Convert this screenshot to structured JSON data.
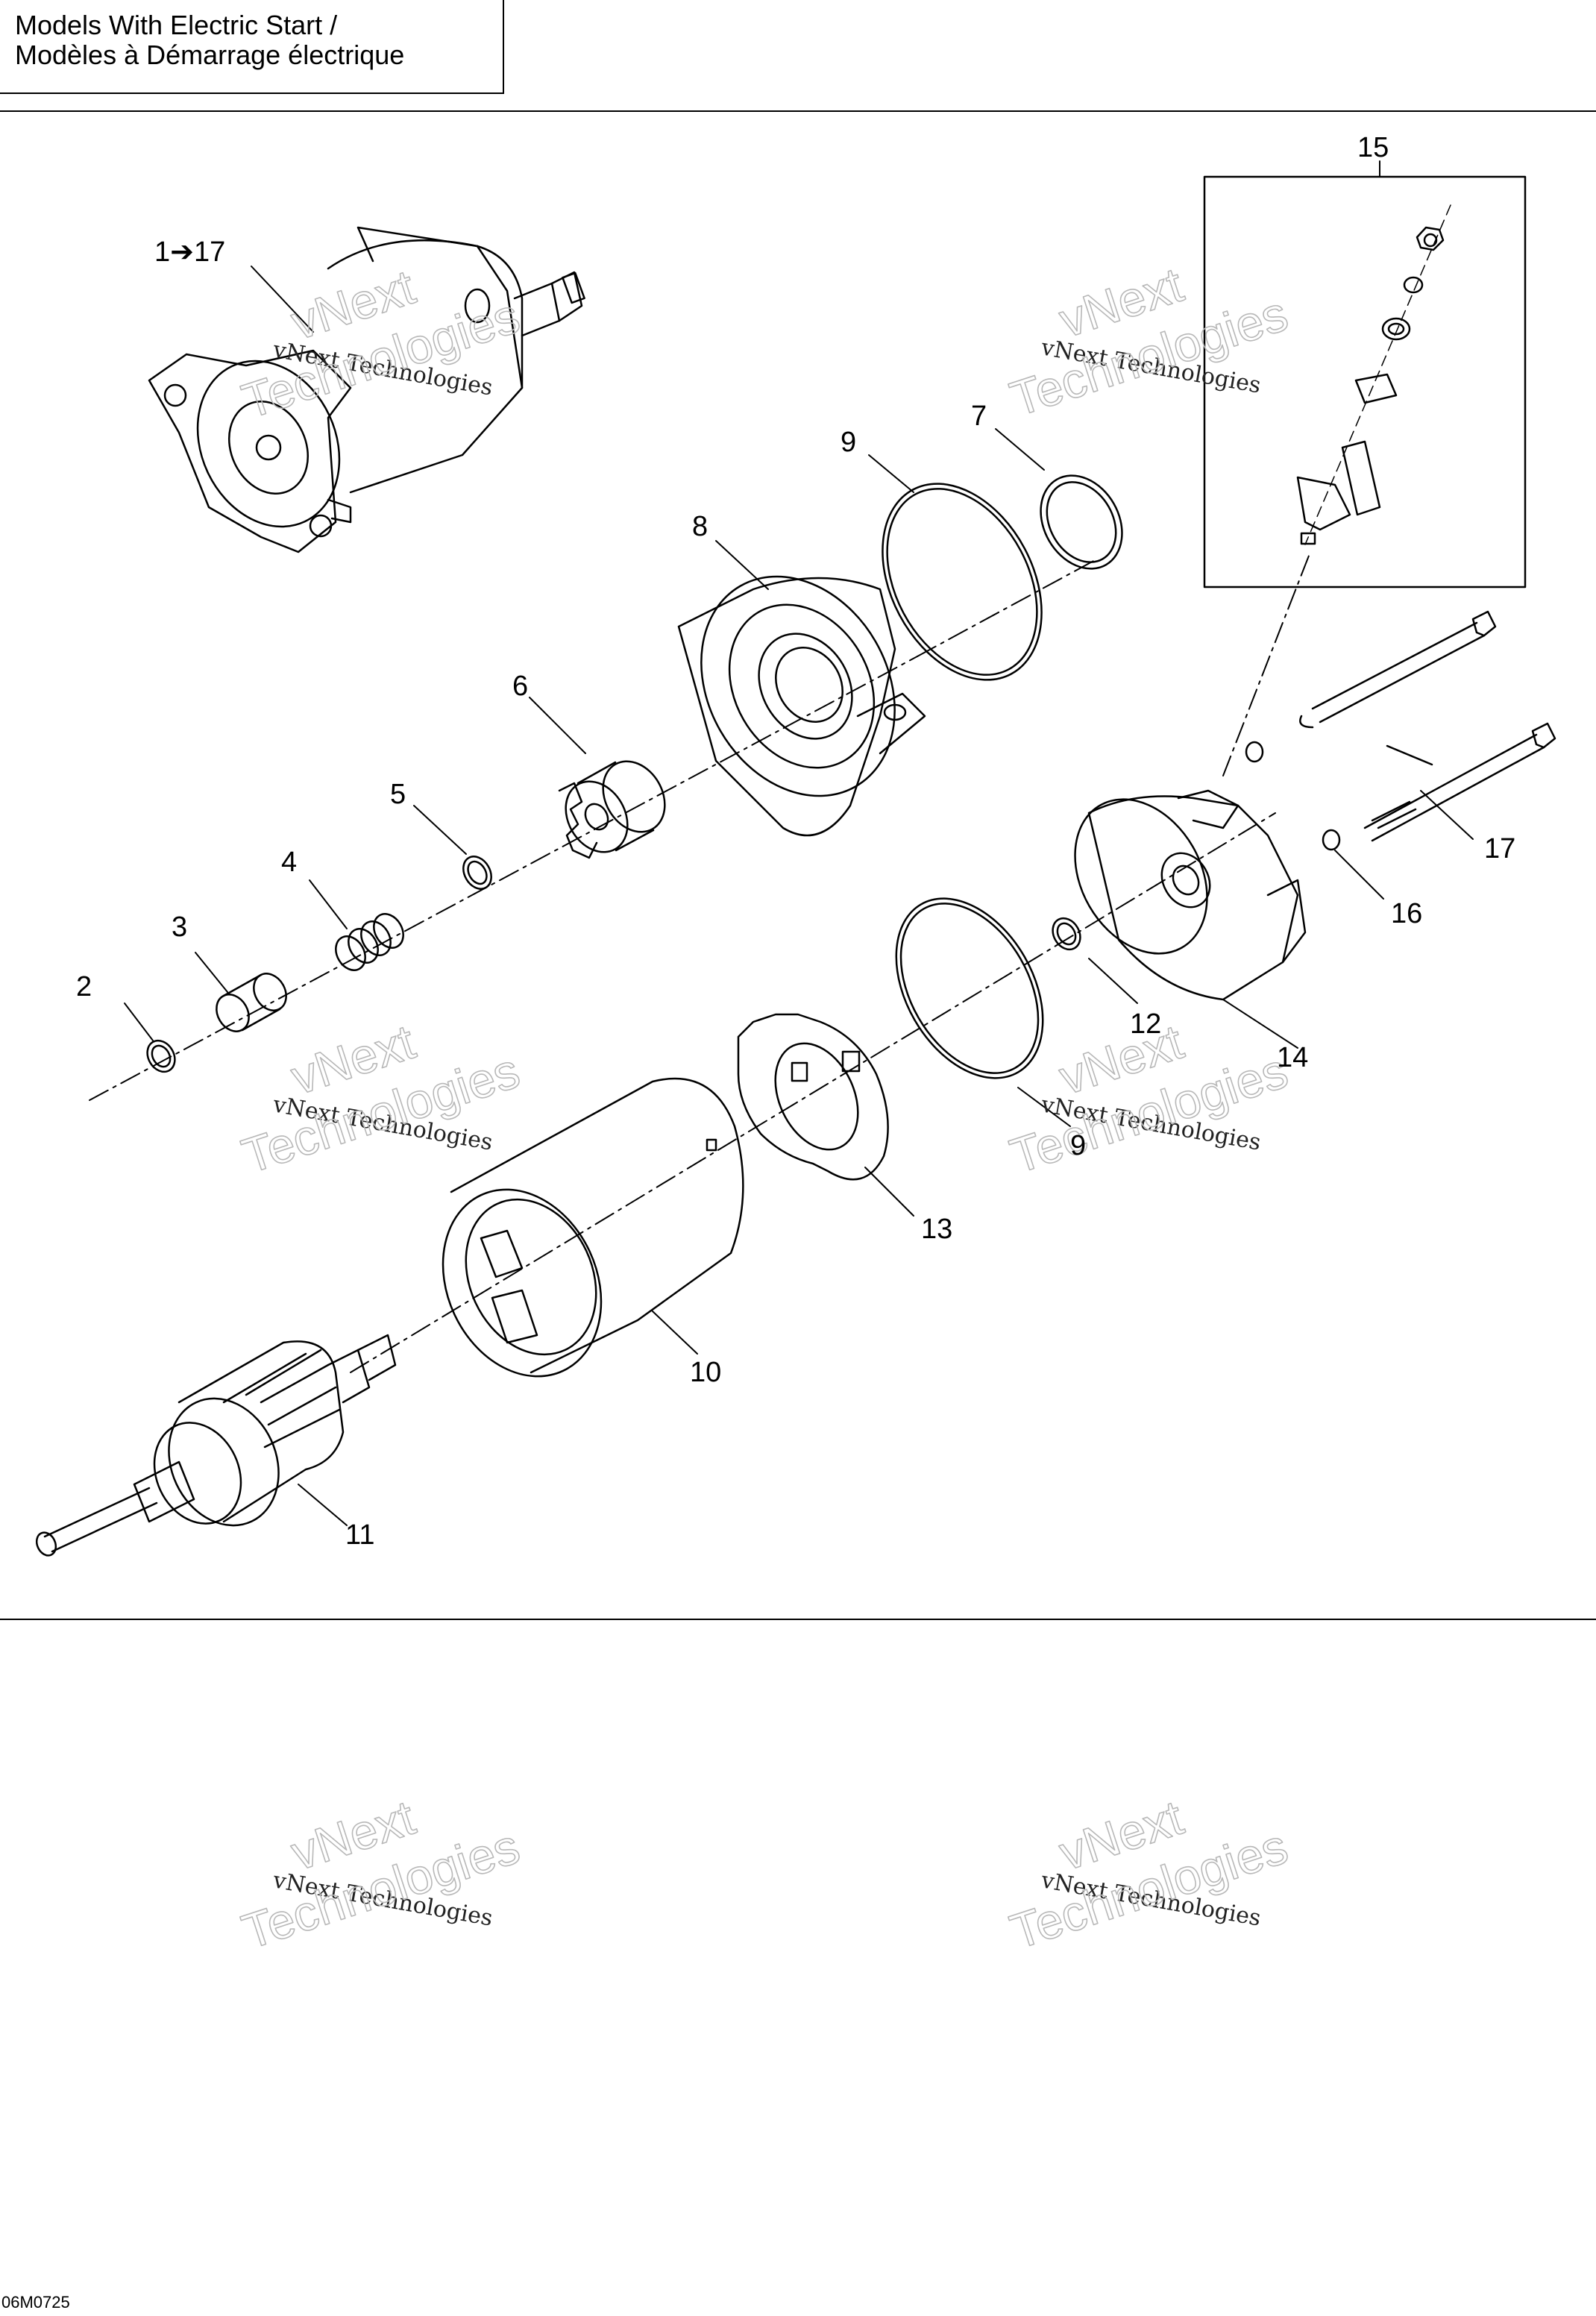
{
  "header": {
    "title_en": "Models With Electric Start /",
    "title_fr": "Modèles à Démarrage électrique"
  },
  "callouts": {
    "assembly": "1➔17",
    "c2": "2",
    "c3": "3",
    "c4": "4",
    "c5": "5",
    "c6": "6",
    "c7": "7",
    "c8": "8",
    "c9a": "9",
    "c9b": "9",
    "c10": "10",
    "c11": "11",
    "c12": "12",
    "c13": "13",
    "c14": "14",
    "c15": "15",
    "c16": "16",
    "c17": "17"
  },
  "watermark": {
    "line1": "vNext Technologies",
    "line2": "vNext",
    "line3": "Technologies"
  },
  "footer": {
    "drawing_code": "06M0725"
  }
}
